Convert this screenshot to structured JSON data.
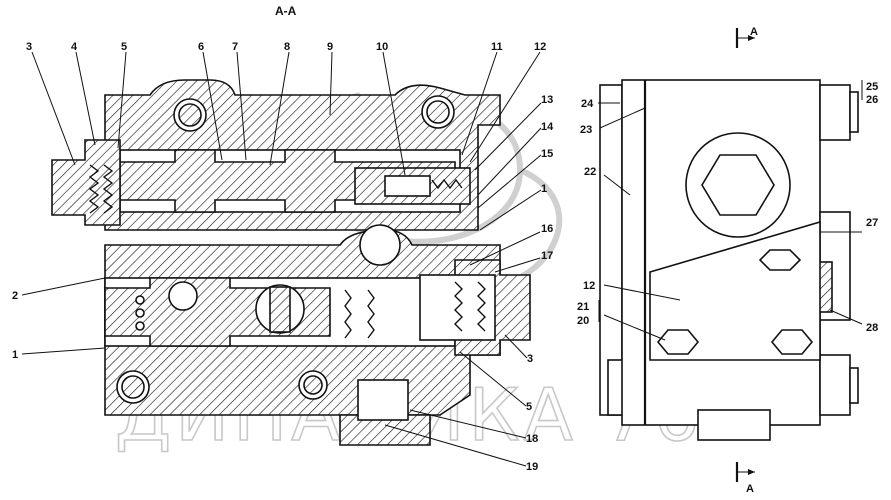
{
  "section_title": "А-А",
  "section_marks": [
    "А",
    "А"
  ],
  "watermark": "ДИНАМИКА 76",
  "callouts": {
    "left_view": [
      "3",
      "4",
      "5",
      "6",
      "7",
      "8",
      "9",
      "10",
      "11",
      "12",
      "13",
      "14",
      "15",
      "1",
      "16",
      "17",
      "2",
      "1",
      "3",
      "5",
      "18",
      "19"
    ],
    "right_view": [
      "24",
      "23",
      "22",
      "25",
      "26",
      "27",
      "12",
      "21",
      "20",
      "28"
    ]
  },
  "colors": {
    "line": "#111111",
    "background": "#ffffff",
    "watermark": "#c8c8c8"
  }
}
